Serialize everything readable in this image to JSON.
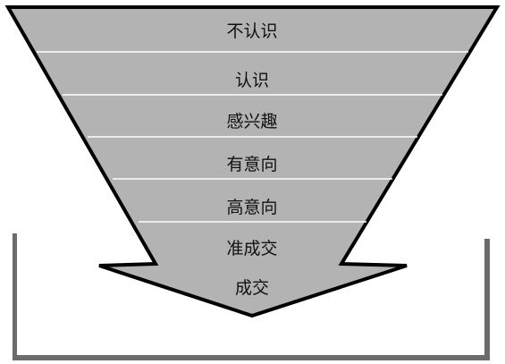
{
  "stages": [
    {
      "label": "不认识"
    },
    {
      "label": "认识"
    },
    {
      "label": "感兴趣"
    },
    {
      "label": "有意向"
    },
    {
      "label": "高意向"
    },
    {
      "label": "准成交"
    },
    {
      "label": "成交"
    }
  ],
  "colors": {
    "funnel_fill": "#b3b3b3",
    "outline": "#000000",
    "divider": "#ffffff",
    "tray": "#6b6b6b"
  }
}
